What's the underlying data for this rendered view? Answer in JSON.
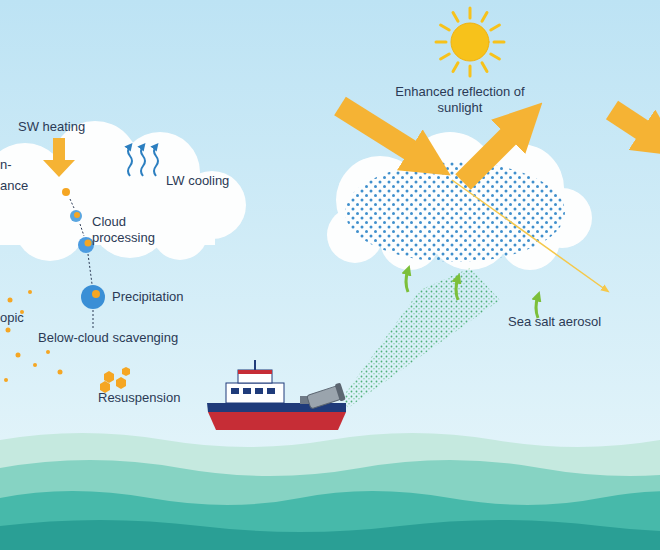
{
  "diagram": {
    "labels": [
      "SW heating",
      "Enhanced reflection of sunlight",
      "n-",
      "LW cooling",
      "ance",
      "Cloud processing",
      "Precipitation",
      "opic",
      "Below-cloud scavenging",
      "Sea salt aerosol",
      "Resuspension"
    ]
  }
}
